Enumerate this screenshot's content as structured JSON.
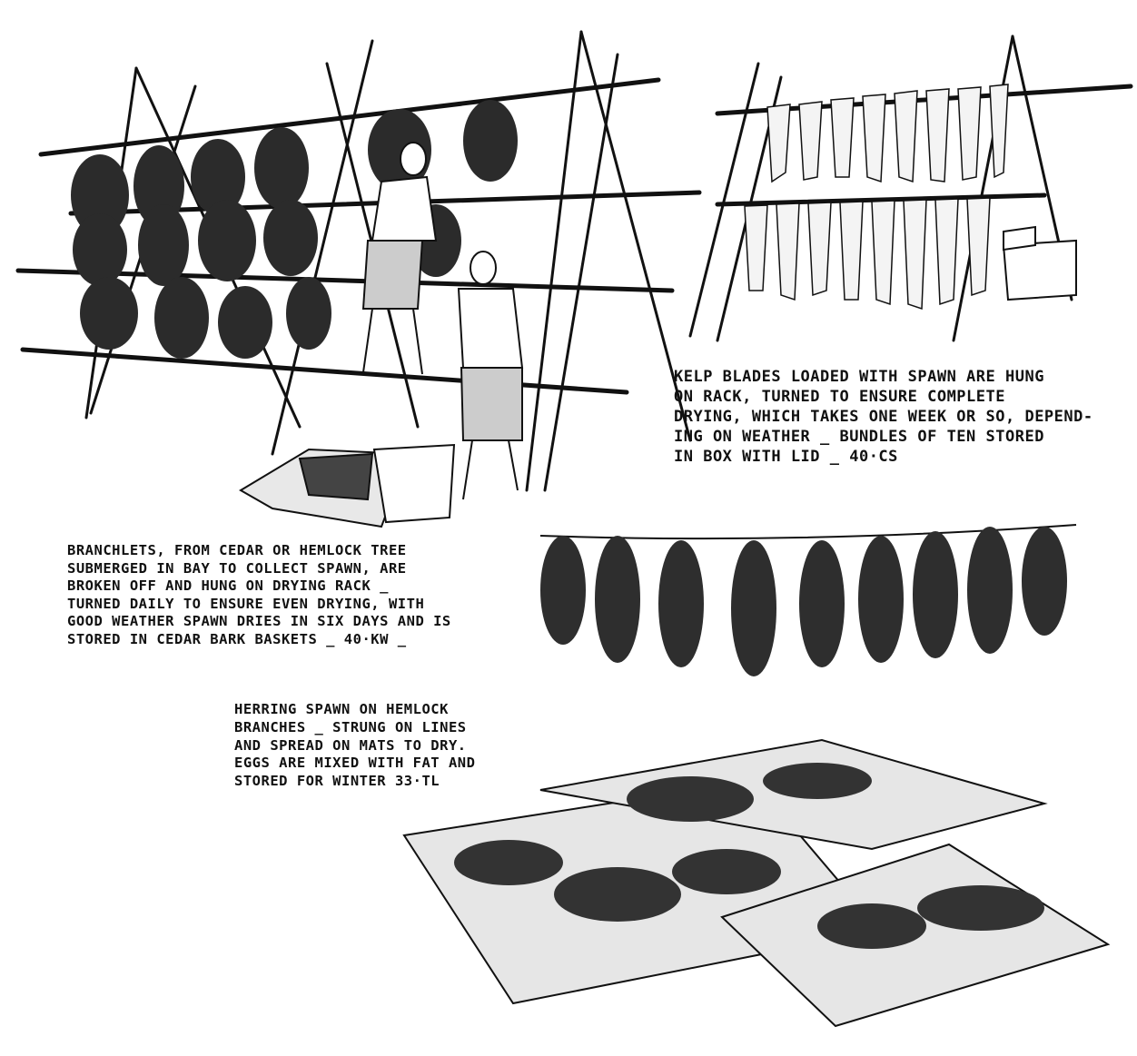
{
  "captions": {
    "kelp": "KELP BLADES LOADED WITH SPAWN ARE HUNG\nON RACK, TURNED TO ENSURE COMPLETE\nDRYING, WHICH TAKES ONE WEEK OR SO, DEPEND-\nING ON WEATHER _ BUNDLES OF TEN STORED\nIN BOX WITH LID _ 40·CS",
    "branchlets": "BRANCHLETS, FROM CEDAR OR HEMLOCK TREE\nSUBMERGED IN BAY TO COLLECT SPAWN, ARE\nBROKEN OFF AND HUNG ON DRYING RACK _\nTURNED DAILY TO ENSURE EVEN DRYING, WITH\nGOOD WEATHER SPAWN DRIES IN SIX DAYS AND IS\nSTORED IN CEDAR BARK BASKETS _ 40·KW _",
    "herring": "HERRING SPAWN ON HEMLOCK\nBRANCHES _ STRUNG ON LINES\nAND SPREAD ON MATS TO DRY.\nEGGS ARE MIXED WITH FAT AND\nSTORED FOR WINTER 33·TL"
  },
  "colors": {
    "ink": "#111111",
    "paper": "#ffffff"
  }
}
